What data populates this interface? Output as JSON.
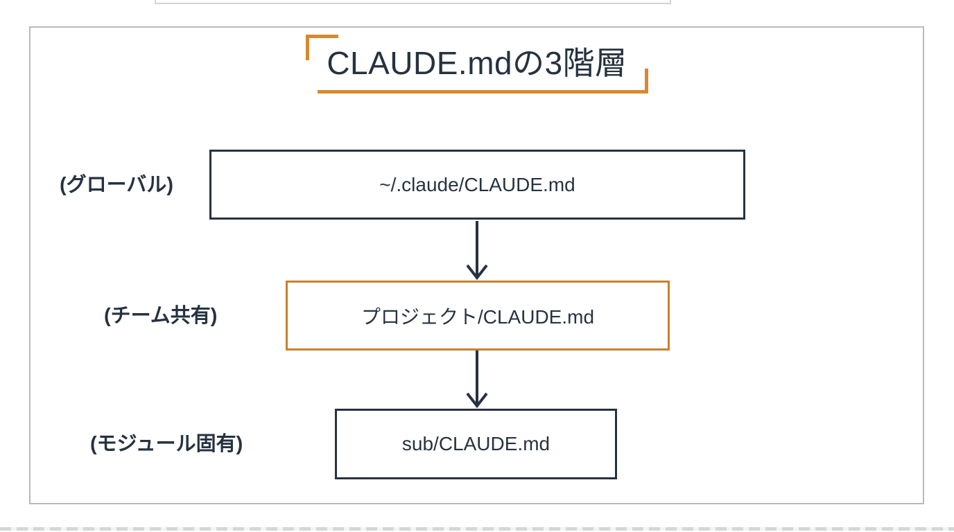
{
  "title": {
    "text": "CLAUDE.mdの3階層"
  },
  "levels": [
    {
      "label": "(グローバル)",
      "path": "~/.claude/CLAUDE.md"
    },
    {
      "label": "(チーム共有)",
      "path": "プロジェクト/CLAUDE.md"
    },
    {
      "label": "(モジュール固有)",
      "path": "sub/CLAUDE.md"
    }
  ],
  "colors": {
    "ink": "#263240",
    "accent": "#D8892D",
    "accent_border": "#C9802E",
    "frame_color": "#B7BABD"
  }
}
